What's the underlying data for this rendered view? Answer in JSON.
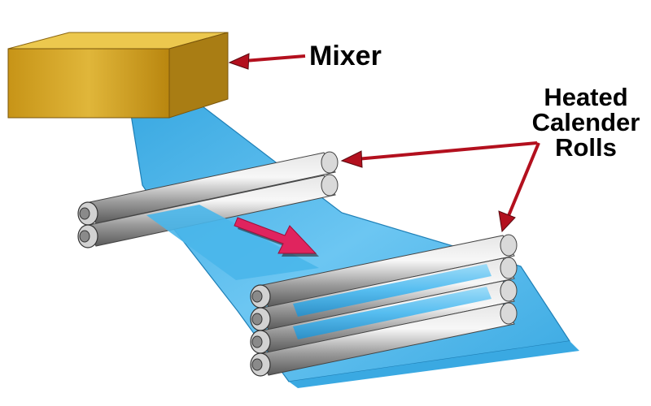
{
  "labels": {
    "mixer": "Mixer",
    "rolls_line1": "Heated",
    "rolls_line2": "Calender",
    "rolls_line3": "Rolls"
  },
  "colors": {
    "sheet": "#49b6ea",
    "sheet_light": "#8fd3f5",
    "mixer_front": "#c99a1c",
    "mixer_top": "#e9c54a",
    "mixer_side": "#a47a12",
    "roller_dark": "#6b6b6b",
    "roller_light": "#f2f2f2",
    "pointer_arrow": "#b3101e",
    "flow_arrow": "#e0245e"
  },
  "icons": {
    "flow": "arrow-right-down-icon",
    "pointer": "arrow-left-icon"
  }
}
